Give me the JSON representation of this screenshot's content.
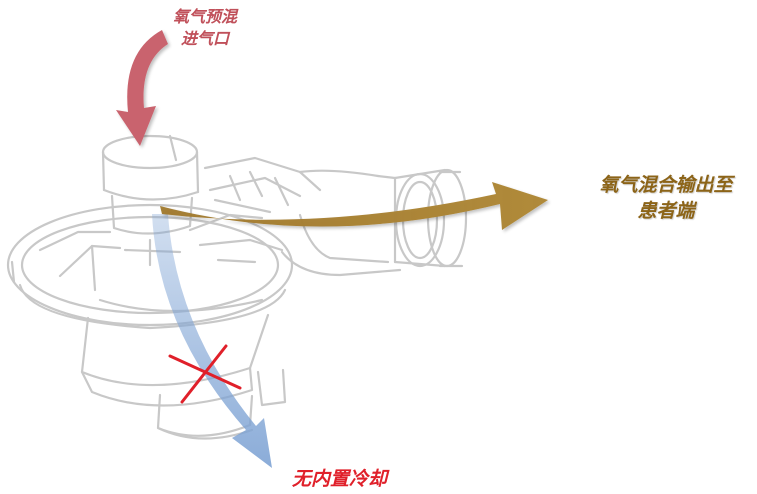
{
  "labels": {
    "inlet": [
      "氧气预混",
      "进气口"
    ],
    "outlet": [
      "氧气混合输出至",
      "患者端"
    ],
    "cooling": "无内置冷却"
  },
  "colors": {
    "inlet_arrow": "#c9646e",
    "inlet_text": "#c0505a",
    "outlet_arrow": "#a0782c",
    "outlet_text": "#8c6418",
    "cooling_arrow": "#7ea3d4",
    "cooling_text": "#e0202a",
    "cross": "#e0202a",
    "sketch": "#c8c8c8"
  },
  "icons": {
    "device": "mask-valve-sketch",
    "blocked": "red-x-mark"
  }
}
